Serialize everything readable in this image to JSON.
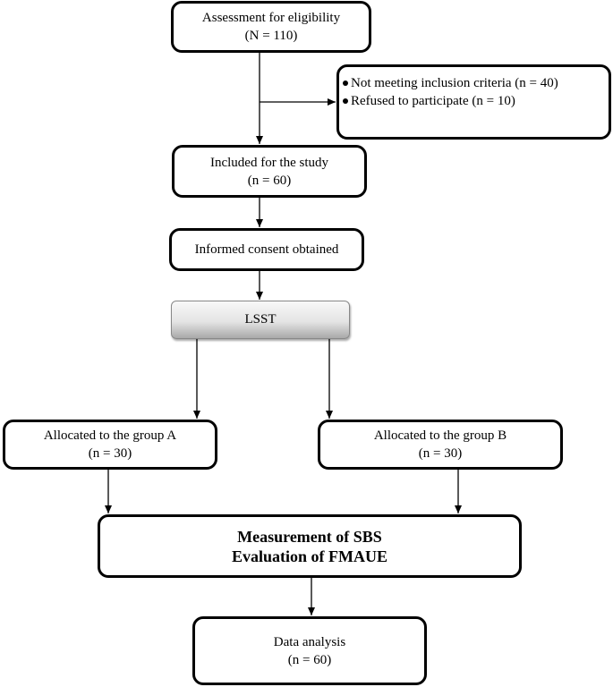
{
  "boxes": {
    "assessment": {
      "line1": "Assessment for eligibility",
      "line2": "(N = 110)"
    },
    "exclusion": {
      "items": [
        "Not meeting inclusion criteria (n = 40)",
        "Refused to participate (n = 10)"
      ]
    },
    "included": {
      "line1": "Included for the study",
      "line2": "(n = 60)"
    },
    "consent": {
      "line1": "Informed consent obtained"
    },
    "lsst": {
      "label": "LSST"
    },
    "group_a": {
      "line1": "Allocated to the group A",
      "line2": "(n = 30)"
    },
    "group_b": {
      "line1": "Allocated to the group B",
      "line2": "(n = 30)"
    },
    "measurement": {
      "line1": "Measurement of SBS",
      "line2": "Evaluation of FMAUE"
    },
    "analysis": {
      "line1": "Data analysis",
      "line2": "(n = 60)"
    }
  }
}
